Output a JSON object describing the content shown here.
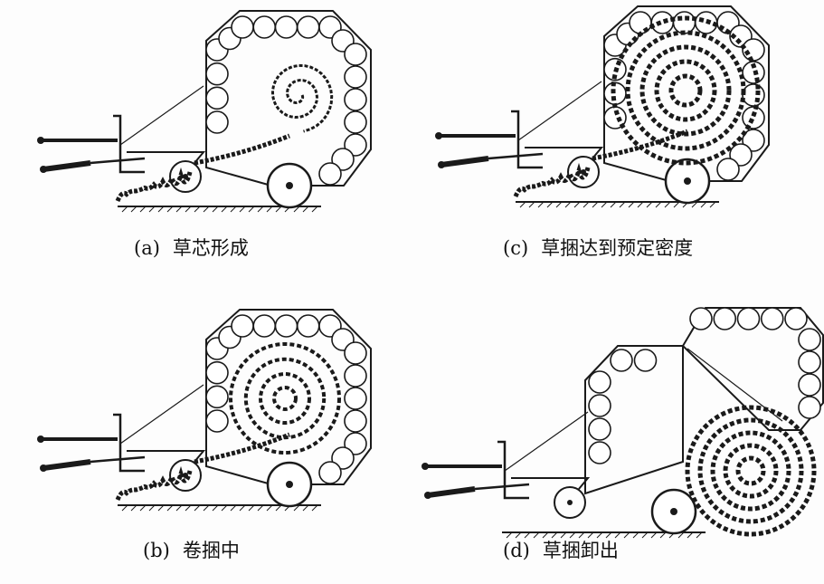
{
  "panels": [
    {
      "id": "a",
      "label": "(a)",
      "caption": "草芯形成",
      "stage": "core-forming"
    },
    {
      "id": "c",
      "label": "(c)",
      "caption": "草捆达到预定密度",
      "stage": "full-density"
    },
    {
      "id": "b",
      "label": "(b)",
      "caption": "卷捆中",
      "stage": "rolling"
    },
    {
      "id": "d",
      "label": "(d)",
      "caption": "草捆卸出",
      "stage": "unloading"
    }
  ],
  "colors": {
    "ink": "#1a1a1a",
    "paper": "#fdfdfd"
  }
}
